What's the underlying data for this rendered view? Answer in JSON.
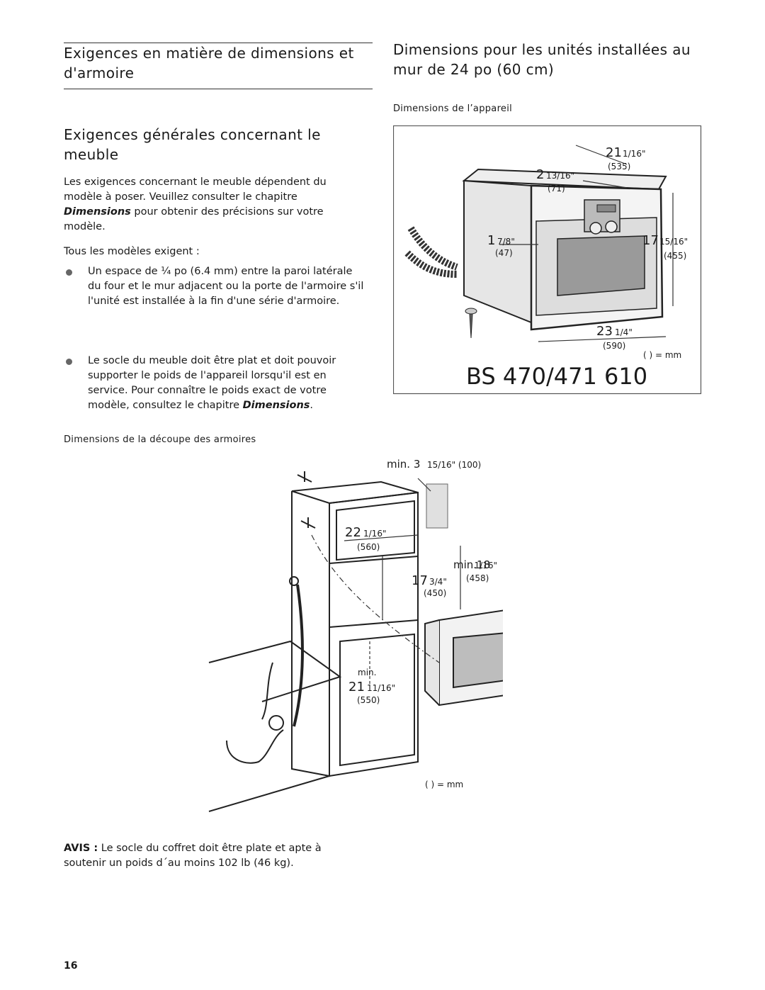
{
  "left": {
    "title": "Exigences en matière de dimensions et d'armoire",
    "section_title": "Exigences générales concernant le meuble",
    "para1_a": "Les exigences concernant le meuble dépendent du modèle à poser. Veuillez consulter le chapitre",
    "para1_em": "Dimensions",
    "para1_b": "pour obtenir des précisions sur votre modèle.",
    "para2": "Tous les modèles exigent :",
    "bullet1": "Un espace de ¼ po (6.4 mm) entre la paroi latérale du four et le mur adjacent ou la porte de l'armoire s'il l'unité est installée à la fin d'une série d'armoire.",
    "bullet2_a": "Le socle du meuble doit être plat et doit pouvoir supporter le poids de l'appareil lorsqu'il est en service. Pour connaître le poids exact de votre modèle, consultez le chapitre",
    "bullet2_em": "Dimensions",
    "bullet2_b": "."
  },
  "right": {
    "title": "Dimensions pour les unités installées au mur de 24 po (60 cm)",
    "subheading": "Dimensions de l’appareil"
  },
  "appliance_diagram": {
    "model": "BS 470/471 610",
    "legend": "( ) = mm",
    "dims": {
      "d1_in_whole": "21",
      "d1_in_frac": "1/16\"",
      "d1_mm": "(535)",
      "d2_in_whole": "2",
      "d2_in_frac": "13/16\"",
      "d2_mm": "(71)",
      "d3_in_whole": "1",
      "d3_in_frac": "7/8\"",
      "d3_mm": "(47)",
      "d4_in_whole": "17",
      "d4_in_frac": "15/16\"",
      "d4_mm": "(455)",
      "d5_in_whole": "23",
      "d5_in_frac": "1/4\"",
      "d5_mm": "(590)"
    }
  },
  "cutout": {
    "subheading": "Dimensions de la découpe des armoires",
    "legend": "( ) = mm",
    "dims": {
      "gap_prefix": "min. 3",
      "gap_frac": "15/16\" (100)",
      "width_whole": "22",
      "width_frac": "1/16\"",
      "width_mm": "(560)",
      "hmin_prefix": "min.18",
      "hmin_frac": "1/16\"",
      "hmin_mm": "(458)",
      "h_whole": "17",
      "h_frac": "3/4\"",
      "h_mm": "(450)",
      "depth_min": "min.",
      "depth_whole": "21",
      "depth_frac": "11/16\"",
      "depth_mm": "(550)"
    }
  },
  "notice": {
    "label": "AVIS :",
    "text": "Le socle du coffret doit être plate et apte à soutenir un poids d´au moins 102 lb (46 kg)."
  },
  "page_number": "16"
}
